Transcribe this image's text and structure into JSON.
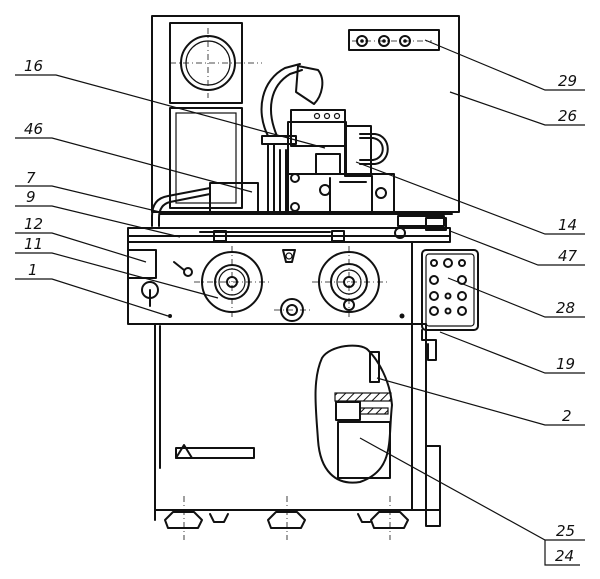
{
  "figure": {
    "type": "technical-drawing",
    "subject": "machine tool front view with part callouts",
    "line_color": "#111111",
    "background": "#ffffff"
  },
  "callouts_left": [
    {
      "id": "16"
    },
    {
      "id": "46"
    },
    {
      "id": "7"
    },
    {
      "id": "9"
    },
    {
      "id": "12"
    },
    {
      "id": "11"
    },
    {
      "id": "1"
    }
  ],
  "callouts_right": [
    {
      "id": "29"
    },
    {
      "id": "26"
    },
    {
      "id": "14"
    },
    {
      "id": "47"
    },
    {
      "id": "28"
    },
    {
      "id": "19"
    },
    {
      "id": "2"
    },
    {
      "id": "25"
    }
  ],
  "sheet_ref": {
    "label": "24"
  }
}
